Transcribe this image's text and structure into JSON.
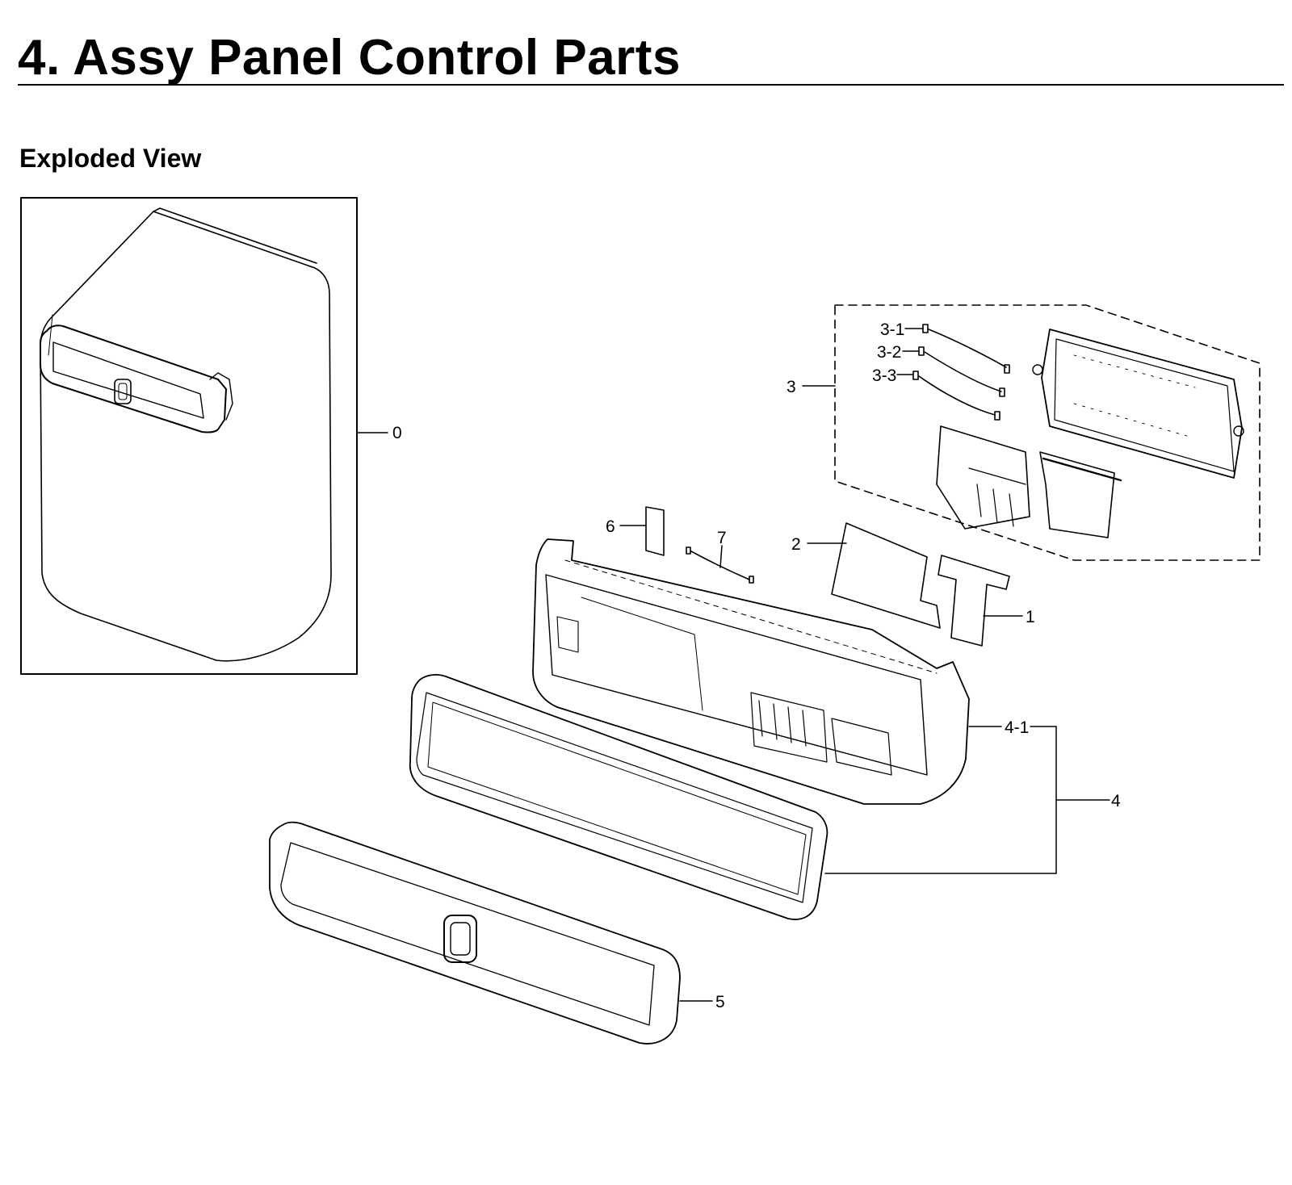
{
  "page_title": "4.  Assy Panel Control Parts",
  "section_title": "Exploded View",
  "callouts": {
    "c0": "0",
    "c1": "1",
    "c2": "2",
    "c3": "3",
    "c3_1": "3-1",
    "c3_2": "3-2",
    "c3_3": "3-3",
    "c4": "4",
    "c4_1": "4-1",
    "c5": "5",
    "c6": "6",
    "c7": "7"
  }
}
